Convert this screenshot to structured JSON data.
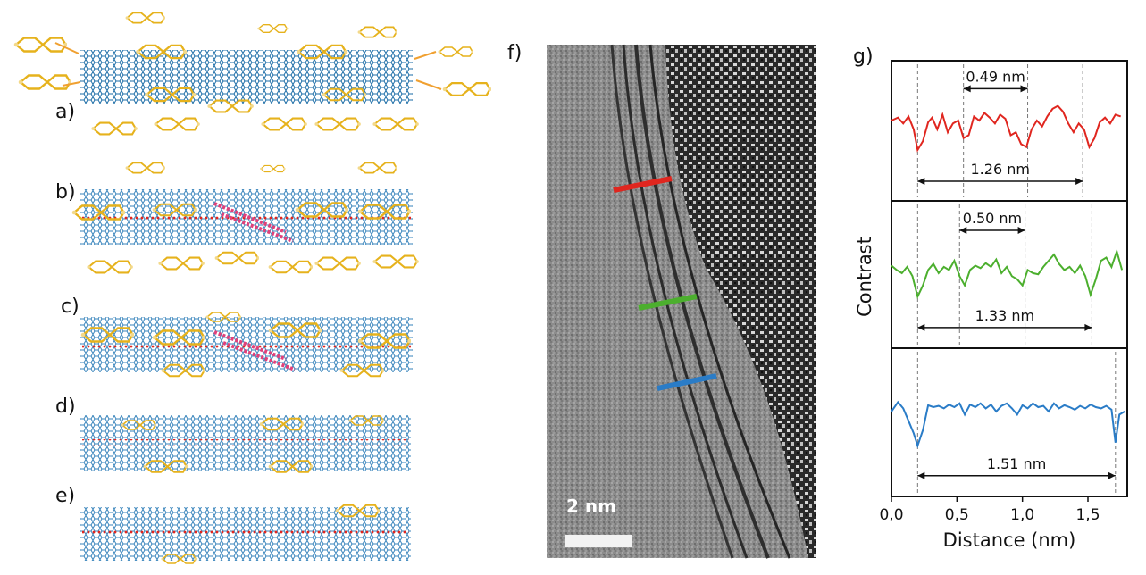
{
  "panels": {
    "a": "a)",
    "b": "b)",
    "c": "c)",
    "d": "d)",
    "e": "e)",
    "f": "f)",
    "g": "g)"
  },
  "tem": {
    "scalebar_label": "2 nm"
  },
  "colors": {
    "tube": "#1f6fa8",
    "molecule": "#e6b21c",
    "chain": "#e0417a",
    "arrow": "#f0a030",
    "red": "#e0261f",
    "green": "#4caf2e",
    "blue": "#2a7cc7"
  },
  "chart_data": {
    "type": "line",
    "xlabel": "Distance (nm)",
    "ylabel": "Contrast",
    "xlim": [
      0,
      1.8
    ],
    "xticks": [
      "0,0",
      "0,5",
      "1,0",
      "1,5"
    ],
    "series": [
      {
        "color": "red",
        "annotations": [
          "0.49 nm",
          "1.26 nm"
        ],
        "x": [
          0.0,
          0.05,
          0.09,
          0.13,
          0.17,
          0.2,
          0.24,
          0.28,
          0.31,
          0.35,
          0.39,
          0.43,
          0.47,
          0.51,
          0.55,
          0.59,
          0.63,
          0.67,
          0.71,
          0.75,
          0.79,
          0.83,
          0.87,
          0.91,
          0.95,
          0.99,
          1.03,
          1.07,
          1.11,
          1.15,
          1.19,
          1.23,
          1.27,
          1.31,
          1.35,
          1.39,
          1.43,
          1.47,
          1.51,
          1.55,
          1.59,
          1.63,
          1.67,
          1.71,
          1.75
        ],
        "y": [
          0.65,
          0.7,
          0.6,
          0.72,
          0.5,
          0.15,
          0.3,
          0.62,
          0.7,
          0.5,
          0.75,
          0.45,
          0.6,
          0.65,
          0.35,
          0.4,
          0.72,
          0.65,
          0.78,
          0.7,
          0.6,
          0.75,
          0.68,
          0.4,
          0.45,
          0.25,
          0.2,
          0.5,
          0.65,
          0.55,
          0.72,
          0.85,
          0.9,
          0.8,
          0.6,
          0.45,
          0.6,
          0.5,
          0.2,
          0.35,
          0.62,
          0.7,
          0.6,
          0.75,
          0.72
        ]
      },
      {
        "color": "green",
        "annotations": [
          "0.50 nm",
          "1.33 nm"
        ],
        "x": [
          0.0,
          0.04,
          0.08,
          0.12,
          0.16,
          0.2,
          0.24,
          0.28,
          0.32,
          0.36,
          0.4,
          0.44,
          0.48,
          0.52,
          0.56,
          0.6,
          0.64,
          0.68,
          0.72,
          0.76,
          0.8,
          0.84,
          0.88,
          0.92,
          0.96,
          1.0,
          1.04,
          1.08,
          1.12,
          1.16,
          1.2,
          1.24,
          1.28,
          1.32,
          1.36,
          1.4,
          1.44,
          1.48,
          1.52,
          1.56,
          1.6,
          1.64,
          1.68,
          1.72,
          1.76
        ],
        "y": [
          0.62,
          0.55,
          0.5,
          0.6,
          0.45,
          0.12,
          0.3,
          0.55,
          0.65,
          0.5,
          0.6,
          0.55,
          0.7,
          0.45,
          0.3,
          0.55,
          0.62,
          0.58,
          0.66,
          0.6,
          0.72,
          0.5,
          0.6,
          0.45,
          0.4,
          0.3,
          0.55,
          0.5,
          0.48,
          0.6,
          0.7,
          0.8,
          0.65,
          0.55,
          0.6,
          0.5,
          0.62,
          0.45,
          0.15,
          0.4,
          0.7,
          0.75,
          0.6,
          0.85,
          0.55
        ]
      },
      {
        "color": "blue",
        "annotations": [
          "1.51 nm"
        ],
        "x": [
          0.0,
          0.05,
          0.09,
          0.13,
          0.17,
          0.2,
          0.24,
          0.28,
          0.32,
          0.36,
          0.4,
          0.44,
          0.48,
          0.52,
          0.56,
          0.6,
          0.64,
          0.68,
          0.72,
          0.76,
          0.8,
          0.84,
          0.88,
          0.92,
          0.96,
          1.0,
          1.04,
          1.08,
          1.12,
          1.16,
          1.2,
          1.24,
          1.28,
          1.32,
          1.36,
          1.4,
          1.44,
          1.48,
          1.52,
          1.56,
          1.6,
          1.64,
          1.68,
          1.71,
          1.74,
          1.78
        ],
        "y": [
          0.65,
          0.8,
          0.7,
          0.5,
          0.3,
          0.1,
          0.35,
          0.75,
          0.72,
          0.74,
          0.7,
          0.76,
          0.72,
          0.78,
          0.6,
          0.76,
          0.72,
          0.78,
          0.7,
          0.76,
          0.65,
          0.74,
          0.78,
          0.7,
          0.6,
          0.75,
          0.7,
          0.78,
          0.72,
          0.74,
          0.65,
          0.78,
          0.7,
          0.75,
          0.72,
          0.68,
          0.74,
          0.7,
          0.76,
          0.72,
          0.7,
          0.74,
          0.68,
          0.15,
          0.6,
          0.65
        ]
      }
    ]
  }
}
